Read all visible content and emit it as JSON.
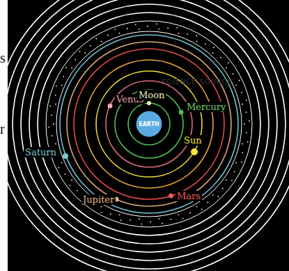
{
  "diagram": {
    "nodes": [
      {
        "text": [
          "EARTH"
        ]
      }
    ],
    "labels": [
      "Venus",
      "Moon",
      "Mercury",
      "Sun",
      "Mars",
      "Jupiter",
      "Saturn",
      "s",
      "r",
      "SCIENCE SOURCE"
    ]
  }
}
